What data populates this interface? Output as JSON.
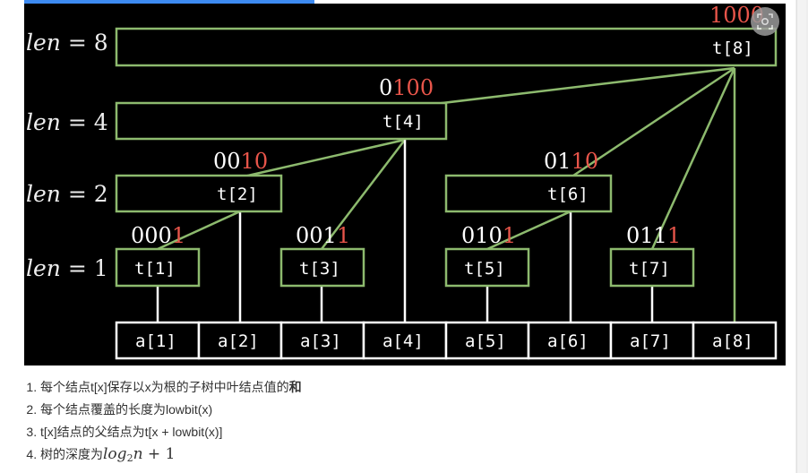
{
  "figure": {
    "level_labels": [
      {
        "var": "len",
        "eq": " = 8"
      },
      {
        "var": "len",
        "eq": " = 4"
      },
      {
        "var": "len",
        "eq": " = 2"
      },
      {
        "var": "len",
        "eq": " = 1"
      }
    ],
    "tree_nodes": {
      "t8": "t[8]",
      "t4": "t[4]",
      "t2": "t[2]",
      "t6": "t[6]",
      "t1": "t[1]",
      "t3": "t[3]",
      "t5": "t[5]",
      "t7": "t[7]"
    },
    "binaries": {
      "b1000": {
        "prefix": "",
        "red": "1000"
      },
      "b0100": {
        "prefix": "0",
        "red": "100"
      },
      "b0010": {
        "prefix": "00",
        "red": "10"
      },
      "b0110": {
        "prefix": "01",
        "red": "10"
      },
      "b0001": {
        "prefix": "000",
        "red": "1"
      },
      "b0011": {
        "prefix": "001",
        "red": "1"
      },
      "b0101": {
        "prefix": "010",
        "red": "1"
      },
      "b0111": {
        "prefix": "011",
        "red": "1"
      }
    },
    "array_cells": [
      "a[1]",
      "a[2]",
      "a[3]",
      "a[4]",
      "a[5]",
      "a[6]",
      "a[7]",
      "a[8]"
    ],
    "colors": {
      "background": "#000000",
      "node_border": "#8dba6e",
      "tree_line": "#8dba6e",
      "array_line": "#ffffff",
      "highlight_bits": "#e8554a"
    }
  },
  "notes": {
    "n1_text": "每个结点t[x]保存以x为根的子树中叶结点值的",
    "n1_bold": "和",
    "n2": "每个结点覆盖的长度为lowbit(x)",
    "n3": "t[x]结点的父结点为t[x + lowbit(x)]",
    "n4_text": "树的深度为",
    "n4_math_log": "log",
    "n4_math_base": "2",
    "n4_math_n": "n",
    "n4_math_rest": " + 1"
  },
  "icons": {
    "screenshot": "camera-scan-icon"
  }
}
